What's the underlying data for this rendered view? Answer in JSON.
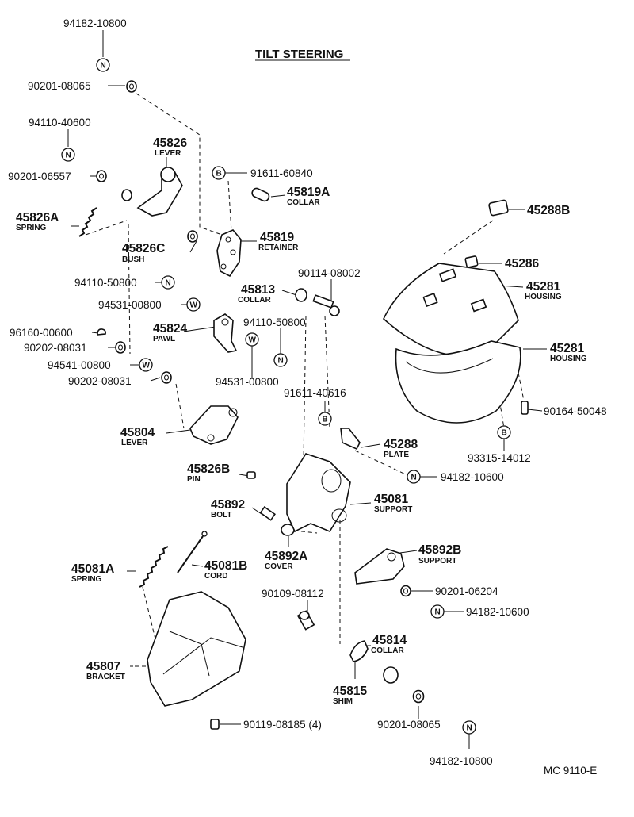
{
  "title": "TILT STEERING",
  "footer_code": "MC 9110-E",
  "callouts": {
    "c1": "94182-10800",
    "c2": "90201-08065",
    "c3": "94110-40600",
    "c4": "90201-06557",
    "c5": "45826A",
    "c6": "SPRING",
    "c7": "45826",
    "c8": "LEVER",
    "c9": "91611-60840",
    "c10": "45819A",
    "c11": "COLLAR",
    "c12": "45819",
    "c13": "RETAINER",
    "c14": "45826C",
    "c15": "BUSH",
    "c16": "94110-50800",
    "c17": "94531-00800",
    "c18": "45813",
    "c19": "COLLAR",
    "c20": "90114-08002",
    "c21": "96160-00600",
    "c22": "45824",
    "c23": "PAWL",
    "c24": "94110-50800",
    "c25": "90202-08031",
    "c26": "94541-00800",
    "c27": "94531-00800",
    "c28": "90202-08031",
    "c29": "91611-40616",
    "c30": "45804",
    "c31": "LEVER",
    "c32": "45288",
    "c33": "PLATE",
    "c34": "94182-10600",
    "c35": "45826B",
    "c36": "PIN",
    "c37": "45081",
    "c38": "SUPPORT",
    "c39": "45892",
    "c40": "BOLT",
    "c41": "45892A",
    "c42": "COVER",
    "c43": "45081A",
    "c44": "SPRING",
    "c45": "45081B",
    "c46": "CORD",
    "c47": "45892B",
    "c48": "SUPPORT",
    "c49": "90201-06204",
    "c50": "94182-10600",
    "c51": "90109-08112",
    "c52": "45814",
    "c53": "COLLAR",
    "c54": "45807",
    "c55": "BRACKET",
    "c56": "45815",
    "c57": "SHIM",
    "c58": "90201-08065",
    "c59": "94182-10800",
    "c60": "90119-08185 (4)",
    "c61": "45288B",
    "c62": "45286",
    "c63": "45281",
    "c64": "HOUSING",
    "c65": "45281",
    "c66": "HOUSING",
    "c67": "90164-50048",
    "c68": "93315-14012"
  },
  "markers": {
    "n": "N",
    "b": "B",
    "w": "W"
  }
}
